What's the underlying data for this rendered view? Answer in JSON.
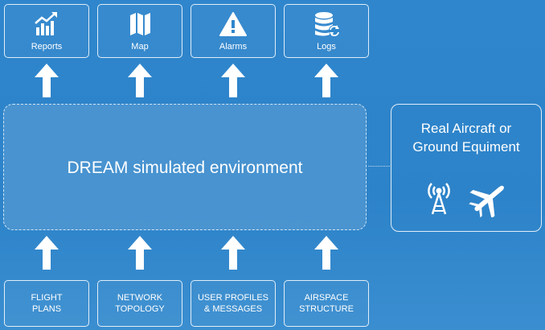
{
  "outputs": [
    {
      "label": "Reports",
      "icon": "bar-chart-trend-icon"
    },
    {
      "label": "Map",
      "icon": "map-icon"
    },
    {
      "label": "Alarms",
      "icon": "warning-icon"
    },
    {
      "label": "Logs",
      "icon": "database-sync-icon"
    }
  ],
  "inputs": [
    {
      "label": "FLIGHT\nPLANS"
    },
    {
      "label": "NETWORK\nTOPOLOGY"
    },
    {
      "label": "USER PROFILES\n& MESSAGES"
    },
    {
      "label": "AIRSPACE\nSTRUCTURE"
    }
  ],
  "simulation": {
    "label": "DREAM simulated environment"
  },
  "real_system": {
    "label": "Real Aircraft or\nGround Equiment",
    "icons": [
      "radio-tower-icon",
      "airplane-icon"
    ]
  },
  "colors": {
    "background": "#2f86cc",
    "foreground": "#ffffff"
  }
}
